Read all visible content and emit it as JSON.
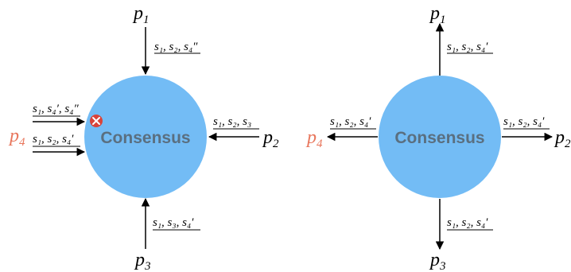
{
  "colors": {
    "circle": "#73bcf5",
    "faulty": "#e8765c",
    "arrow": "#000000",
    "center_text": "#5a6f80",
    "error": "#d9433a"
  },
  "left": {
    "center": "Consensus",
    "nodes": [
      {
        "base": "p",
        "sub": "1"
      },
      {
        "base": "p",
        "sub": "2"
      },
      {
        "base": "p",
        "sub": "3"
      },
      {
        "base": "p",
        "sub": "4",
        "faulty": true
      }
    ],
    "edge_labels": [
      "s₁, s₂, s₄″",
      "s₁, s₂, s₃",
      "s₁, s₃, s₄′",
      "s₁, s₄′, s₄″",
      "s₁, s₂, s₄′"
    ],
    "error_icon": "x-icon"
  },
  "right": {
    "center": "Consensus",
    "nodes": [
      {
        "base": "p",
        "sub": "1"
      },
      {
        "base": "p",
        "sub": "2"
      },
      {
        "base": "p",
        "sub": "3"
      },
      {
        "base": "p",
        "sub": "4",
        "faulty": true
      }
    ],
    "edge_labels": [
      "s₁, s₂, s₄′",
      "s₁, s₂, s₄′",
      "s₁, s₂, s₄′",
      "s₁, s₂, s₄′"
    ]
  }
}
